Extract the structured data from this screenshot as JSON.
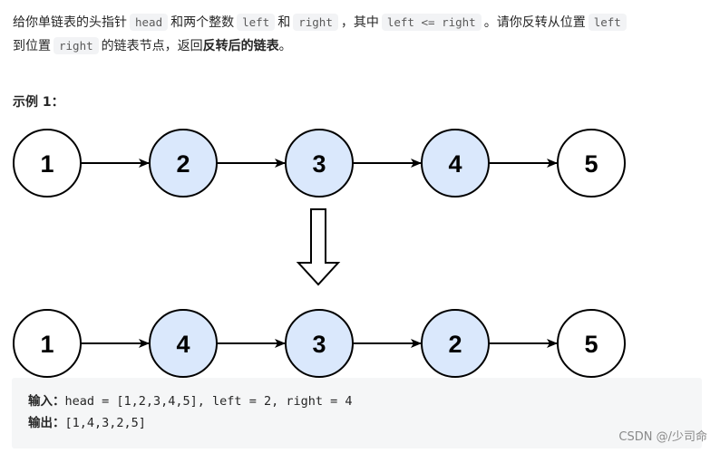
{
  "description": {
    "p1_a": "给你单链表的头指针",
    "p1_code_head": "head",
    "p1_b": "和两个整数",
    "p1_code_left": "left",
    "p1_c": "和",
    "p1_code_right": "right",
    "p1_d": "，其中",
    "p1_code_cond": "left <= right",
    "p1_e": "。请你反转从位置",
    "p1_code_left2": "left",
    "p2_a": "到位置",
    "p2_code_right": "right",
    "p2_b": "的链表节点，返回",
    "p2_bold": "反转后的链表",
    "p2_c": "。"
  },
  "example": {
    "title": "示例 1：",
    "before_nodes": [
      "1",
      "2",
      "3",
      "4",
      "5"
    ],
    "after_nodes": [
      "1",
      "4",
      "3",
      "2",
      "5"
    ],
    "before_highlighted": [
      false,
      true,
      true,
      true,
      false
    ],
    "after_highlighted": [
      false,
      true,
      true,
      true,
      false
    ],
    "colors": {
      "node_fill_plain": "#ffffff",
      "node_fill_highlight": "#dae8fc",
      "node_stroke": "#000000"
    }
  },
  "code": {
    "input_label": "输入：",
    "input_text": "head = [1,2,3,4,5], left = 2, right = 4",
    "output_label": "输出：",
    "output_text": "[1,4,3,2,5]"
  },
  "watermark": "CSDN @/少司命"
}
